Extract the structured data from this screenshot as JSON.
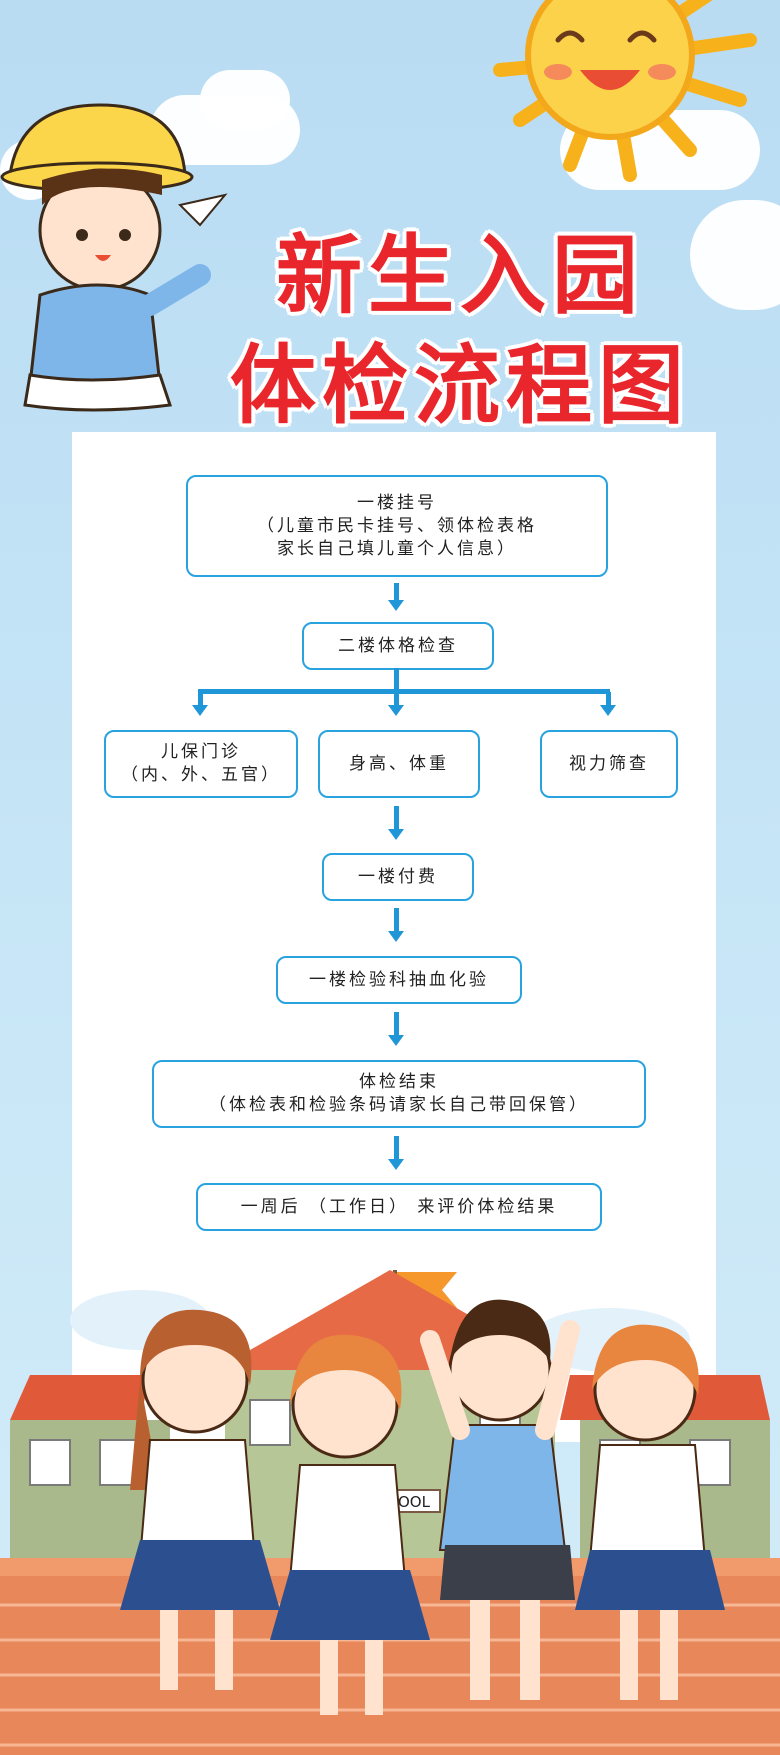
{
  "title": {
    "line1": "新生入园",
    "line2": "体检流程图"
  },
  "flow": {
    "step1_line1": "一楼挂号",
    "step1_line2": "（儿童市民卡挂号、领体检表格",
    "step1_line3": "家长自己填儿童个人信息）",
    "step2": "二楼体格检查",
    "branch_a_line1": "儿保门诊",
    "branch_a_line2": "（内、外、五官）",
    "branch_b": "身高、体重",
    "branch_c": "视力筛查",
    "step3": "一楼付费",
    "step4": "一楼检验科抽血化验",
    "step5_line1": "体检结束",
    "step5_line2": "（体检表和检验条码请家长自己带回保管）",
    "step6": "一周后 （工作日） 来评价体检结果"
  },
  "illustration": {
    "school_sign": "OOL"
  },
  "colors": {
    "title_red": "#e8262b",
    "flow_blue": "#1f96d8",
    "box_border": "#29a3e0",
    "sky": "#b9dcf3",
    "brick": "#e8875a"
  }
}
